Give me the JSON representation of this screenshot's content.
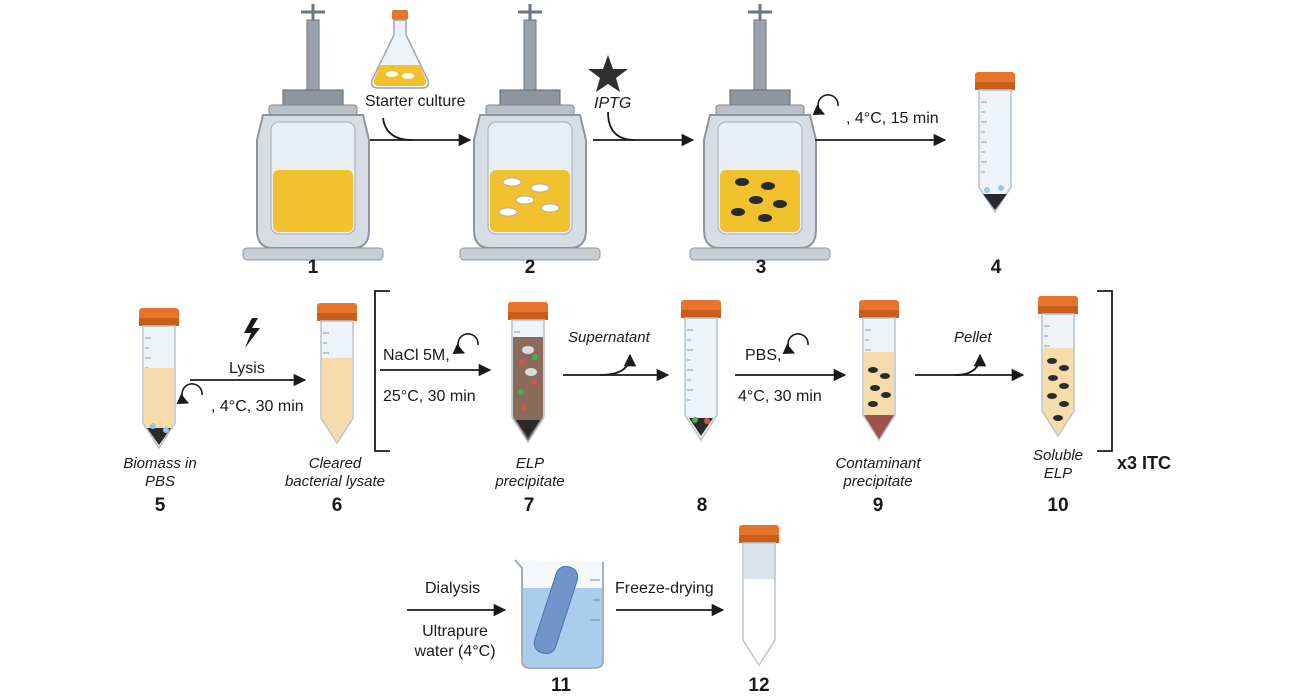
{
  "steps": {
    "s1": "1",
    "s2": "2",
    "s3": "3",
    "s4": "4",
    "s5": "5",
    "s6": "6",
    "s7": "7",
    "s8": "8",
    "s9": "9",
    "s10": "10",
    "s11": "11",
    "s12": "12"
  },
  "labels": {
    "starter_culture": "Starter culture",
    "iptg": "IPTG",
    "centrifuge_1": ", 4°C, 15 min",
    "lysis": "Lysis",
    "centrifuge_2": ", 4°C, 30 min",
    "nacl": "NaCl 5M,",
    "temp_25": "25°C, 30 min",
    "supernatant": "Supernatant",
    "pbs": "PBS,",
    "temp_4": "4°C, 30 min",
    "pellet": "Pellet",
    "repeat": "x3 ITC",
    "dialysis": "Dialysis",
    "ultrapure_1": "Ultrapure",
    "ultrapure_2": "water (4°C)",
    "freeze_drying": "Freeze-drying"
  },
  "captions": {
    "c5_1": "Biomass in",
    "c5_2": "PBS",
    "c6_1": "Cleared",
    "c6_2": "bacterial lysate",
    "c7_1": "ELP",
    "c7_2": "precipitate",
    "c9_1": "Contaminant",
    "c9_2": "precipitate",
    "c10_1": "Soluble",
    "c10_2": "ELP"
  },
  "colors": {
    "cap": "#e8732a",
    "culture": "#f2c12e",
    "lysate": "#f6dcaa",
    "tube": "#eef3f8",
    "pellet": "#2a2a2a",
    "water": "#a9cdea"
  }
}
